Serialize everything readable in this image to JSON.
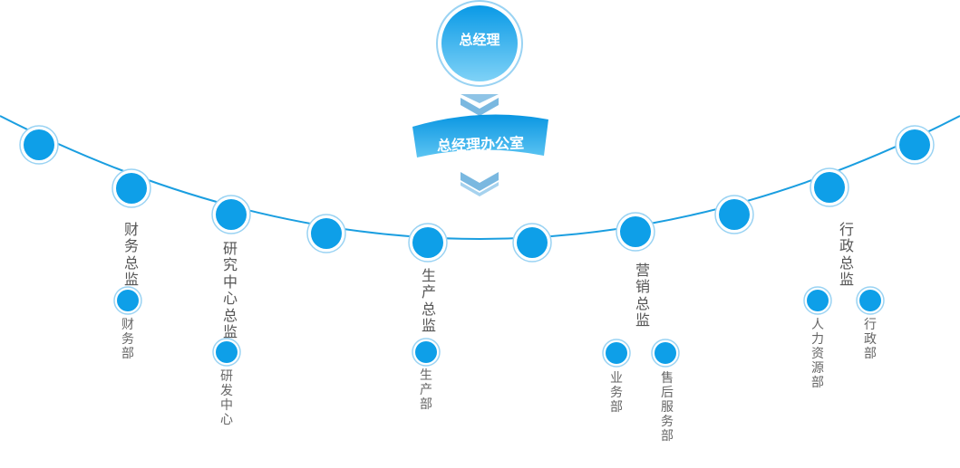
{
  "colors": {
    "primary": "#0e9fe8",
    "primary_light": "#6ccaf5",
    "arrow": "#7ab8e0",
    "ring": "#bfe3f7",
    "line": "#1a9ee0",
    "text": "#555555"
  },
  "top": {
    "label": "总经理"
  },
  "office": {
    "label": "总经理办公室"
  },
  "directors": {
    "finance": "财务总监",
    "rd": "研究中心总监",
    "production": "生产总监",
    "marketing": "营销总监",
    "admin": "行政总监"
  },
  "departments": {
    "finance_dept": "财务部",
    "rd_center": "研发中心",
    "production_dept": "生产部",
    "business_dept": "业务部",
    "after_sales_dept": "售后服务部",
    "hr_dept": "人力资源部",
    "admin_dept": "行政部"
  }
}
